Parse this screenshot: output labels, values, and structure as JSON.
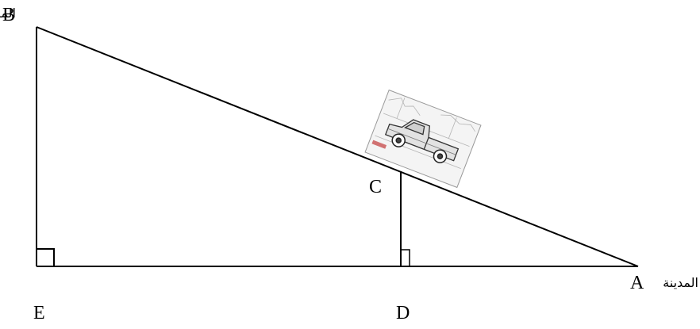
{
  "labels": {
    "city_b_word": "المدينة",
    "city_b_letter": "B",
    "city_a_word": "المدينة",
    "city_a_letter": "A",
    "point_c": "C",
    "point_d": "D",
    "point_e": "E"
  },
  "colors": {
    "stroke": "#000000",
    "background": "#ffffff"
  }
}
